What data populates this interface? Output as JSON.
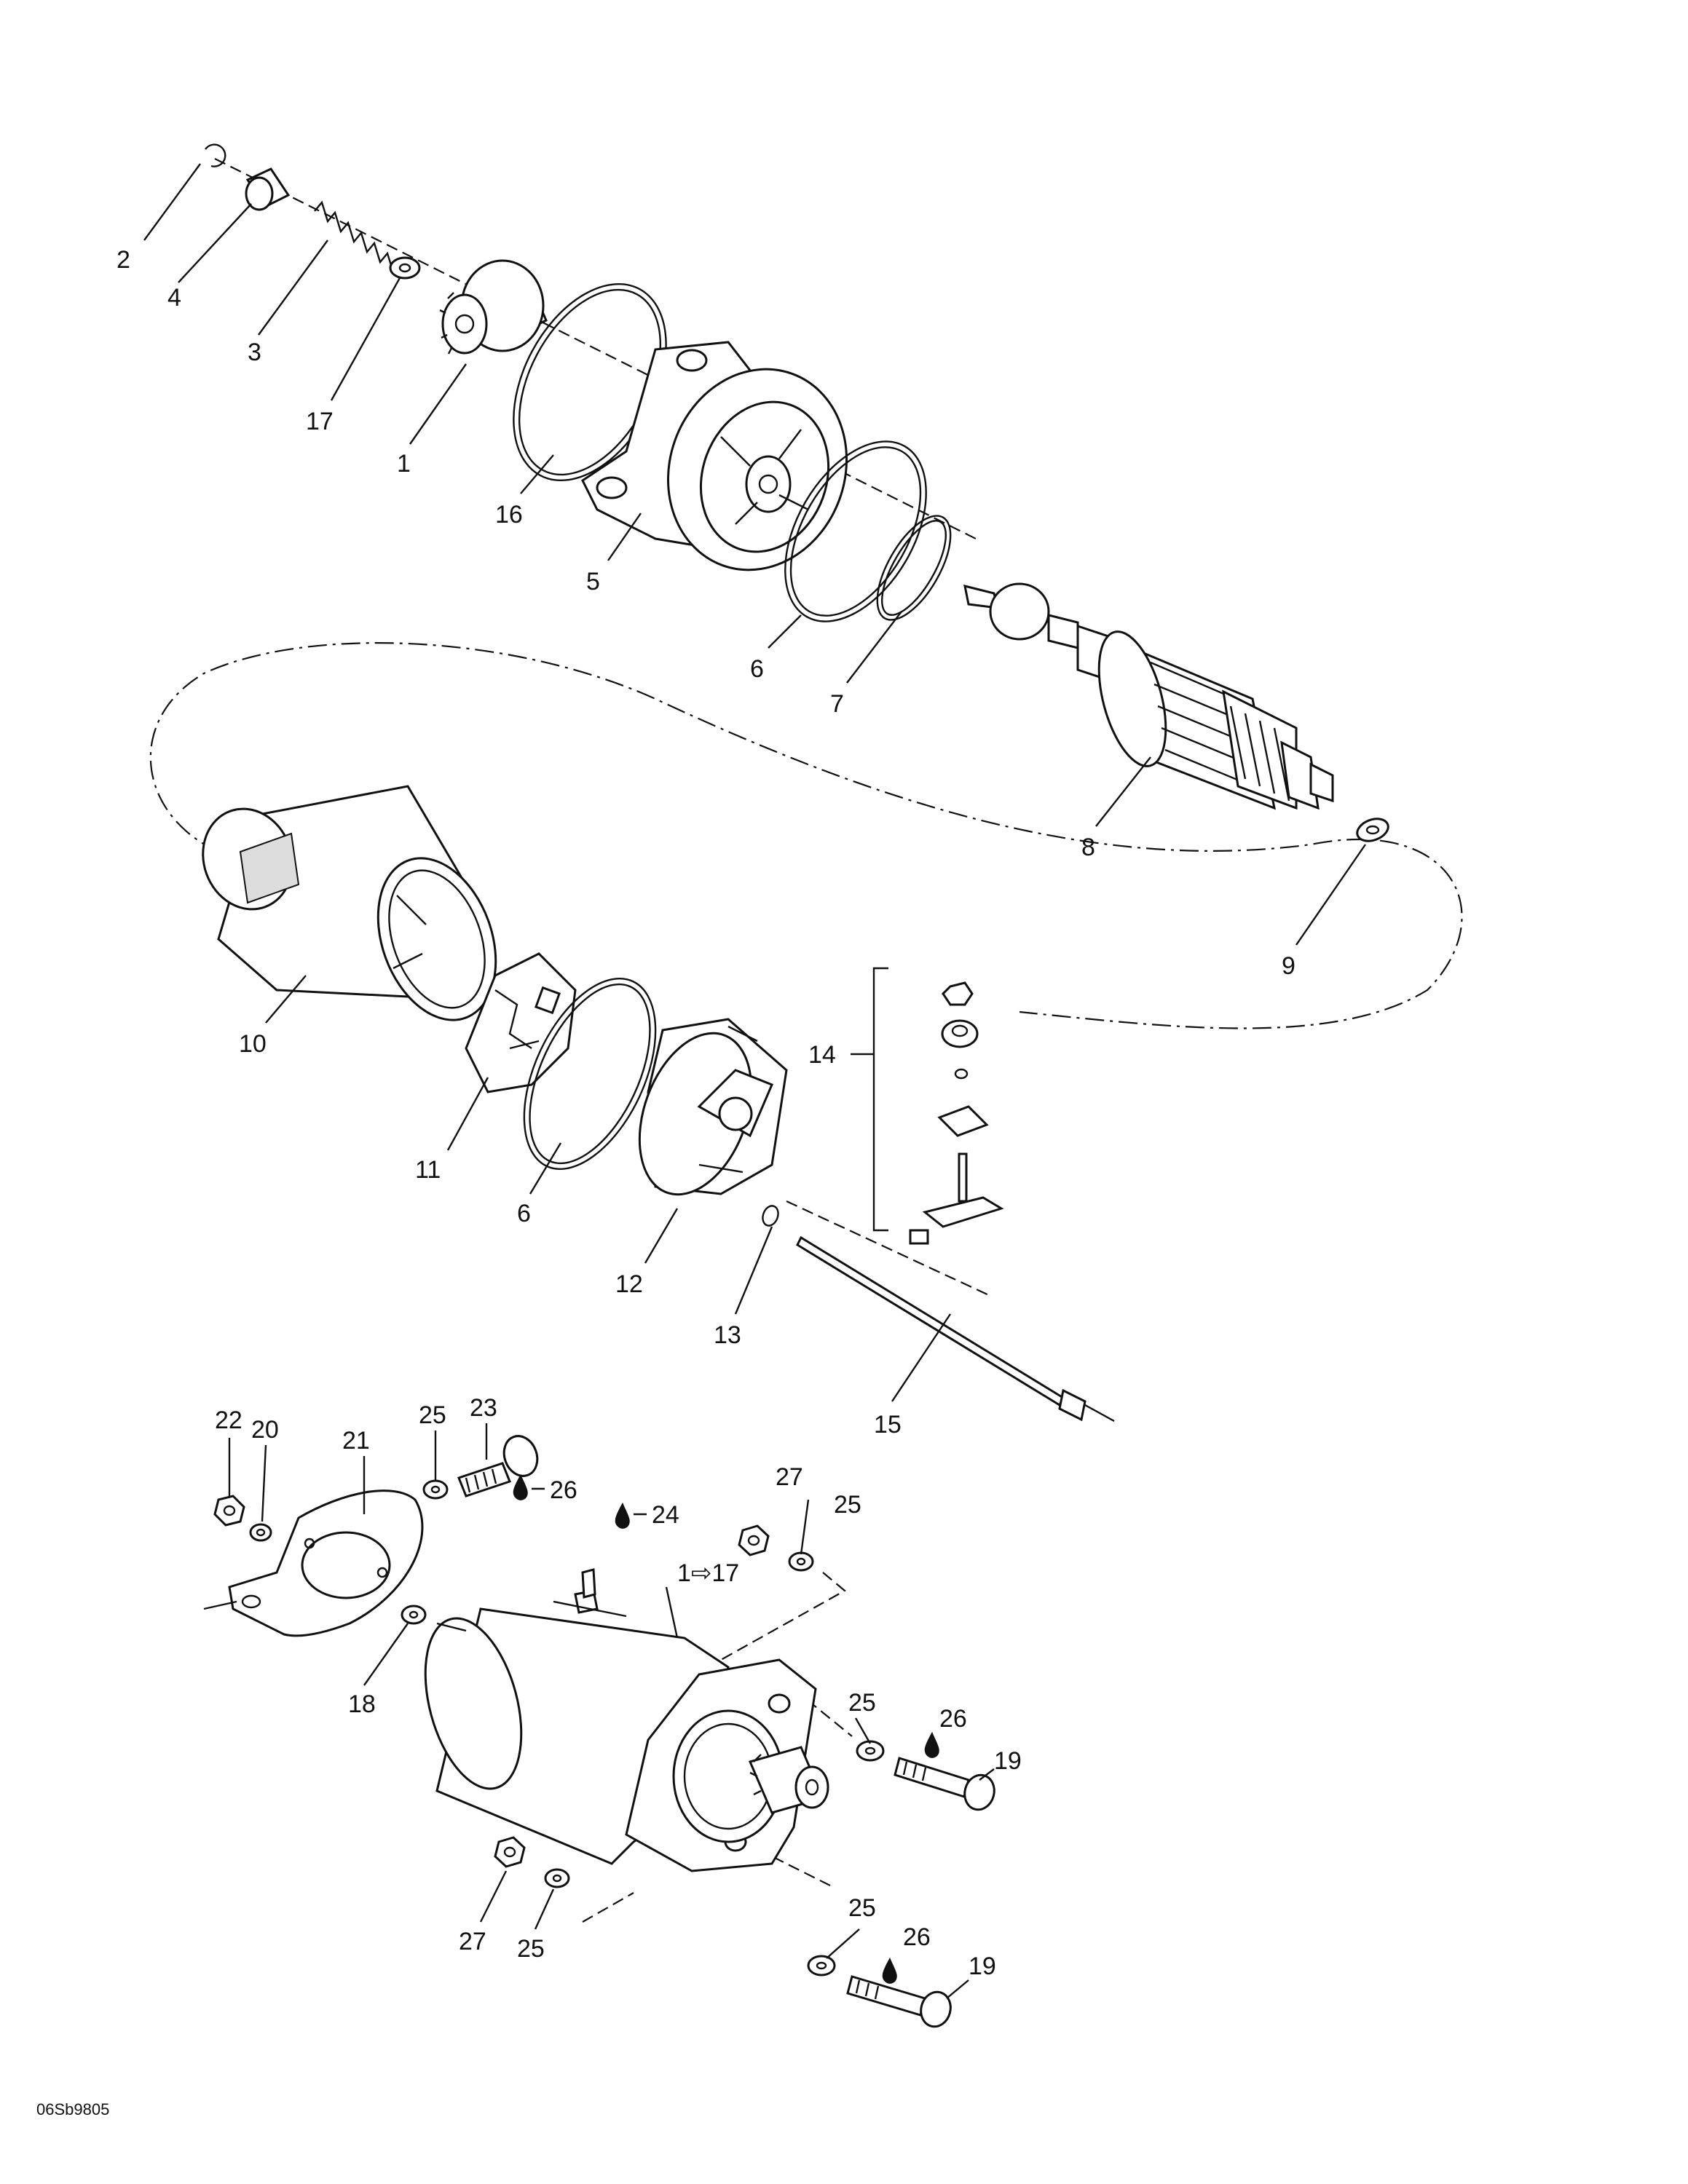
{
  "diagram": {
    "code": "06Sb9805",
    "callouts": [
      {
        "id": "c2",
        "text": "2"
      },
      {
        "id": "c4",
        "text": "4"
      },
      {
        "id": "c3",
        "text": "3"
      },
      {
        "id": "c17",
        "text": "17"
      },
      {
        "id": "c1",
        "text": "1"
      },
      {
        "id": "c16",
        "text": "16"
      },
      {
        "id": "c5",
        "text": "5"
      },
      {
        "id": "c6a",
        "text": "6"
      },
      {
        "id": "c7",
        "text": "7"
      },
      {
        "id": "c8",
        "text": "8"
      },
      {
        "id": "c9",
        "text": "9"
      },
      {
        "id": "c10",
        "text": "10"
      },
      {
        "id": "c11",
        "text": "11"
      },
      {
        "id": "c6b",
        "text": "6"
      },
      {
        "id": "c14",
        "text": "14"
      },
      {
        "id": "c12",
        "text": "12"
      },
      {
        "id": "c13",
        "text": "13"
      },
      {
        "id": "c15",
        "text": "15"
      },
      {
        "id": "c22",
        "text": "22"
      },
      {
        "id": "c20",
        "text": "20"
      },
      {
        "id": "c21",
        "text": "21"
      },
      {
        "id": "c25a",
        "text": "25"
      },
      {
        "id": "c23",
        "text": "23"
      },
      {
        "id": "c26a",
        "text": "26"
      },
      {
        "id": "c24",
        "text": "24"
      },
      {
        "id": "c27a",
        "text": "27"
      },
      {
        "id": "c25b",
        "text": "25"
      },
      {
        "id": "c1to17",
        "text": "1⇨17"
      },
      {
        "id": "c18",
        "text": "18"
      },
      {
        "id": "c25c",
        "text": "25"
      },
      {
        "id": "c26b",
        "text": "26"
      },
      {
        "id": "c19a",
        "text": "19"
      },
      {
        "id": "c27b",
        "text": "27"
      },
      {
        "id": "c25d",
        "text": "25"
      },
      {
        "id": "c25e",
        "text": "25"
      },
      {
        "id": "c26c",
        "text": "26"
      },
      {
        "id": "c19b",
        "text": "19"
      }
    ]
  }
}
